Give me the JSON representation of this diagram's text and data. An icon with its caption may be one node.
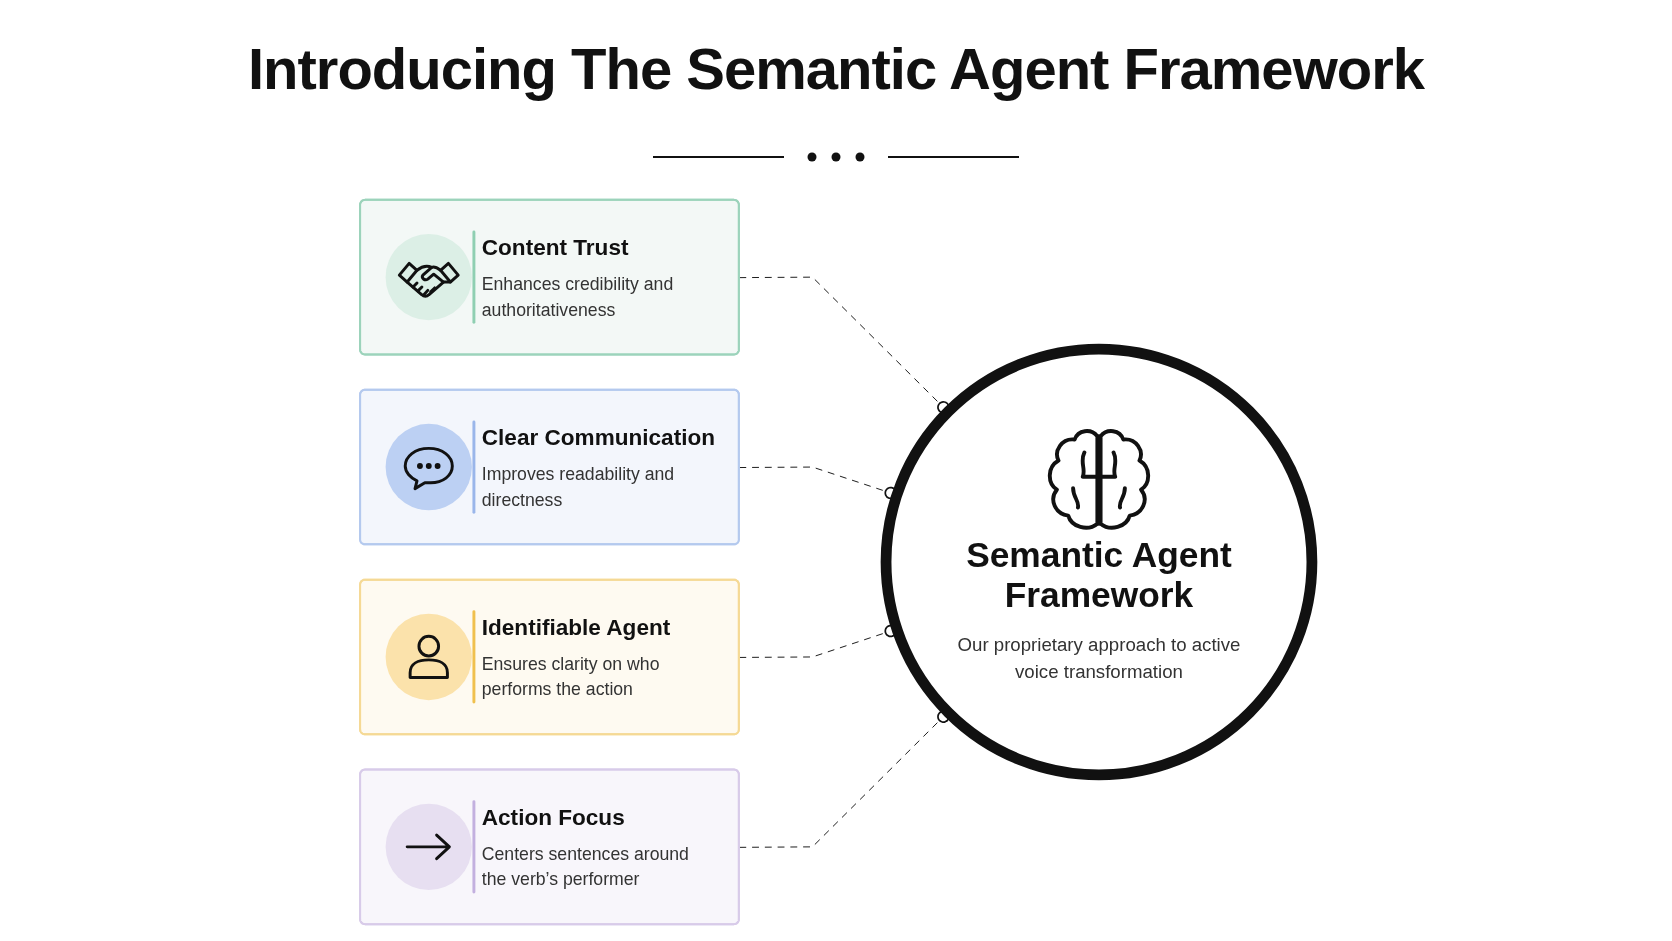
{
  "diagram": {
    "title": "Introducing The Semantic Agent Framework",
    "nodes": [
      {
        "text": [
          "Content Trust",
          "Enhances credibility and authoritativeness"
        ]
      },
      {
        "text": [
          "Semantic Agent Framework",
          "Our proprietary approach to active voice transformation"
        ]
      },
      {
        "text": [
          "Clear Communication",
          "Improves readability and directness"
        ]
      },
      {
        "text": [
          "Identifiable Agent",
          "Ensures clarity on who performs the action"
        ]
      },
      {
        "text": [
          "Action Focus",
          "Centers sentences around the verb’s performer"
        ]
      }
    ],
    "edges": [
      {
        "from": 0,
        "to": 1,
        "arrow": "other",
        "style": "dashed"
      },
      {
        "from": 2,
        "to": 1,
        "arrow": "other",
        "style": "dashed"
      },
      {
        "from": 3,
        "to": 1,
        "arrow": "other",
        "style": "dashed"
      },
      {
        "from": 4,
        "to": 1,
        "arrow": "other",
        "style": "dashed"
      }
    ]
  }
}
